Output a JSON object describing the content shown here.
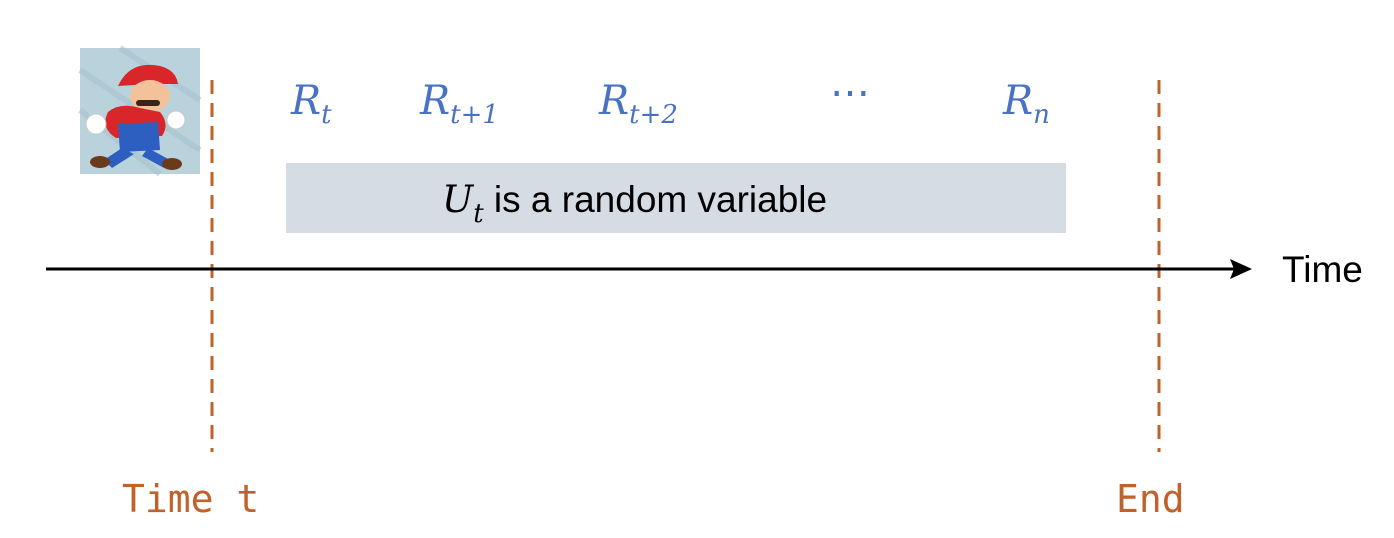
{
  "rewards": [
    {
      "base": "R",
      "sub": "t"
    },
    {
      "base": "R",
      "sub": "t+1"
    },
    {
      "base": "R",
      "sub": "t+2"
    },
    {
      "base": "⋯",
      "sub": ""
    },
    {
      "base": "R",
      "sub": "n"
    }
  ],
  "box": {
    "symbol": "U",
    "symbol_sub": "t",
    "text": " is a random variable"
  },
  "axis": {
    "label": "Time"
  },
  "markers": {
    "start_label": "Time t",
    "end_label": "End"
  },
  "icons": {
    "character": "mario-running-icon"
  },
  "colors": {
    "reward": "#4a72c4",
    "marker": "#c0622a",
    "box_fill": "#d6dce4",
    "axis": "#000000"
  }
}
